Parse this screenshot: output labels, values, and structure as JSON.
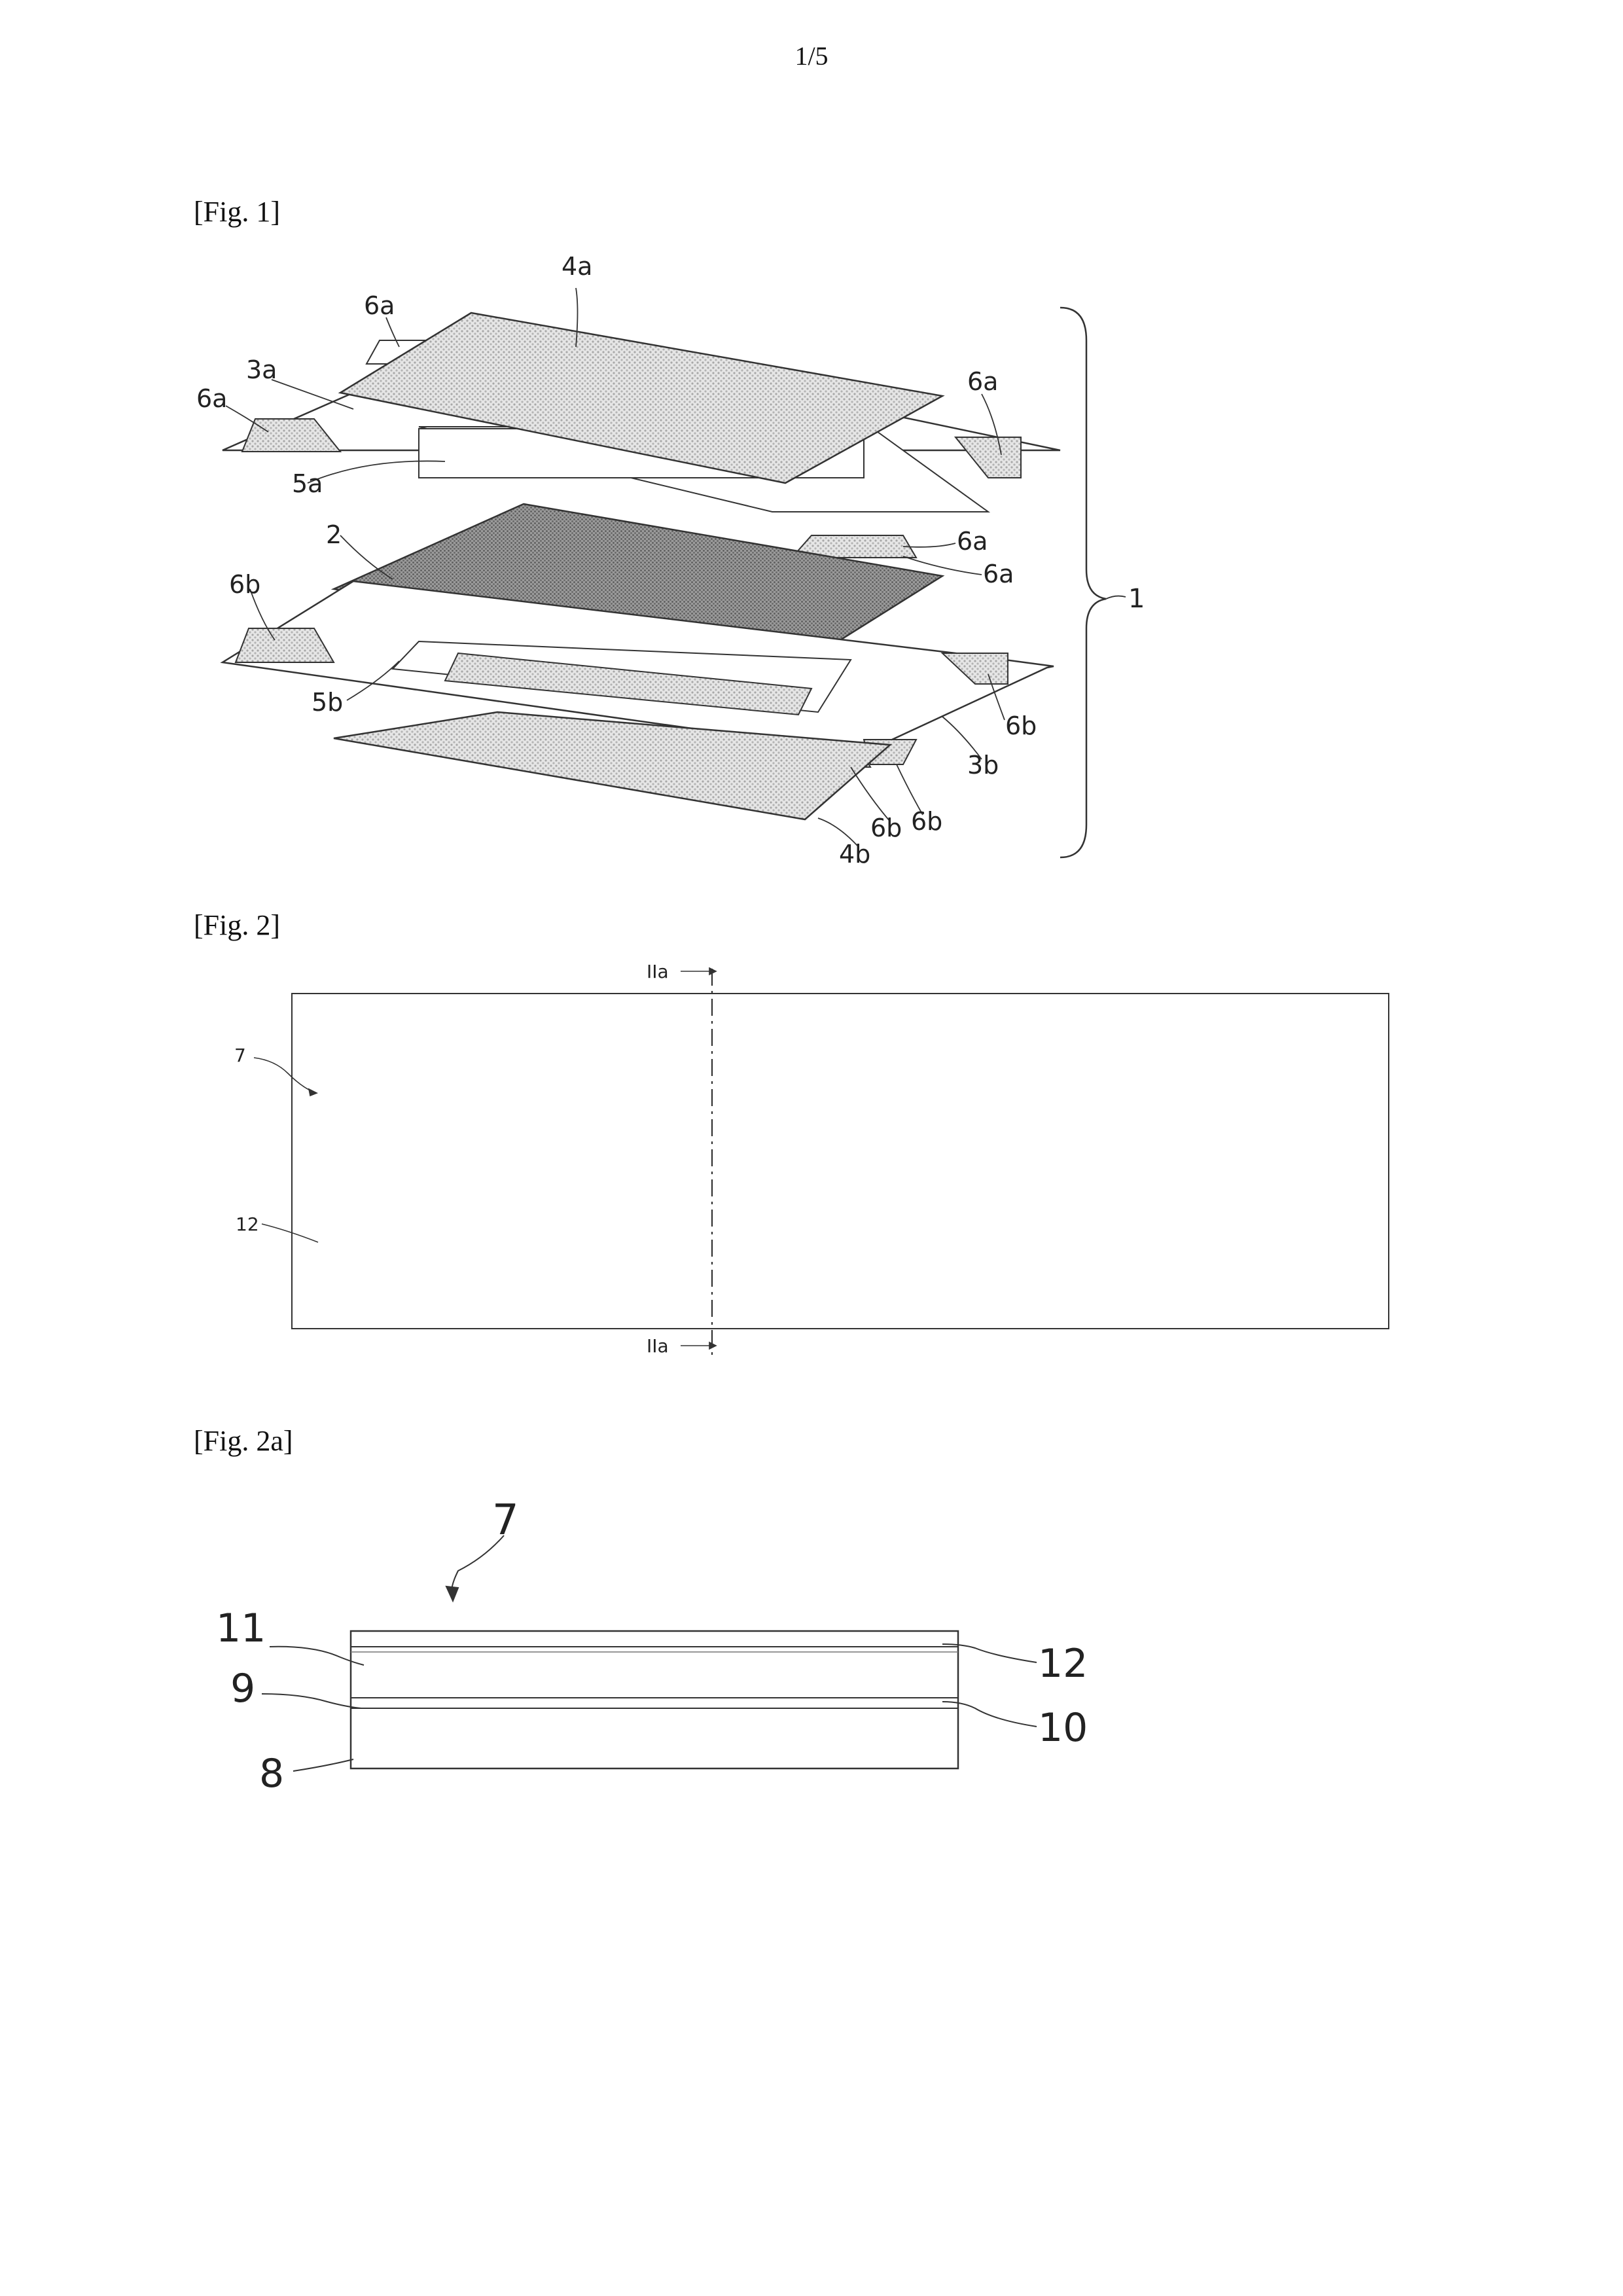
{
  "page": {
    "number": "1/5"
  },
  "figures": {
    "fig1": {
      "caption": "[Fig. 1]",
      "labels": {
        "l4a": "4a",
        "l6a_top": "6a",
        "l3a": "3a",
        "l6a_left": "6a",
        "l6a_right": "6a",
        "l5a": "5a",
        "l6a_mid1": "6a",
        "l6a_mid2": "6a",
        "l2": "2",
        "l6b_left": "6b",
        "l5b": "5b",
        "l6b_right": "6b",
        "l3b": "3b",
        "l6b_b1": "6b",
        "l6b_b2": "6b",
        "l4b": "4b",
        "l1": "1"
      }
    },
    "fig2": {
      "caption": "[Fig. 2]",
      "labels": {
        "section_top": "IIa",
        "section_bottom": "IIa",
        "l7": "7",
        "l12": "12"
      }
    },
    "fig2a": {
      "caption": "[Fig. 2a]",
      "labels": {
        "l7": "7",
        "l11": "11",
        "l9": "9",
        "l8": "8",
        "l12": "12",
        "l10": "10"
      }
    }
  },
  "colors": {
    "line": "#333333",
    "hatch_light": "#c8c8c8",
    "hatch_dark": "#8a8a8a"
  }
}
